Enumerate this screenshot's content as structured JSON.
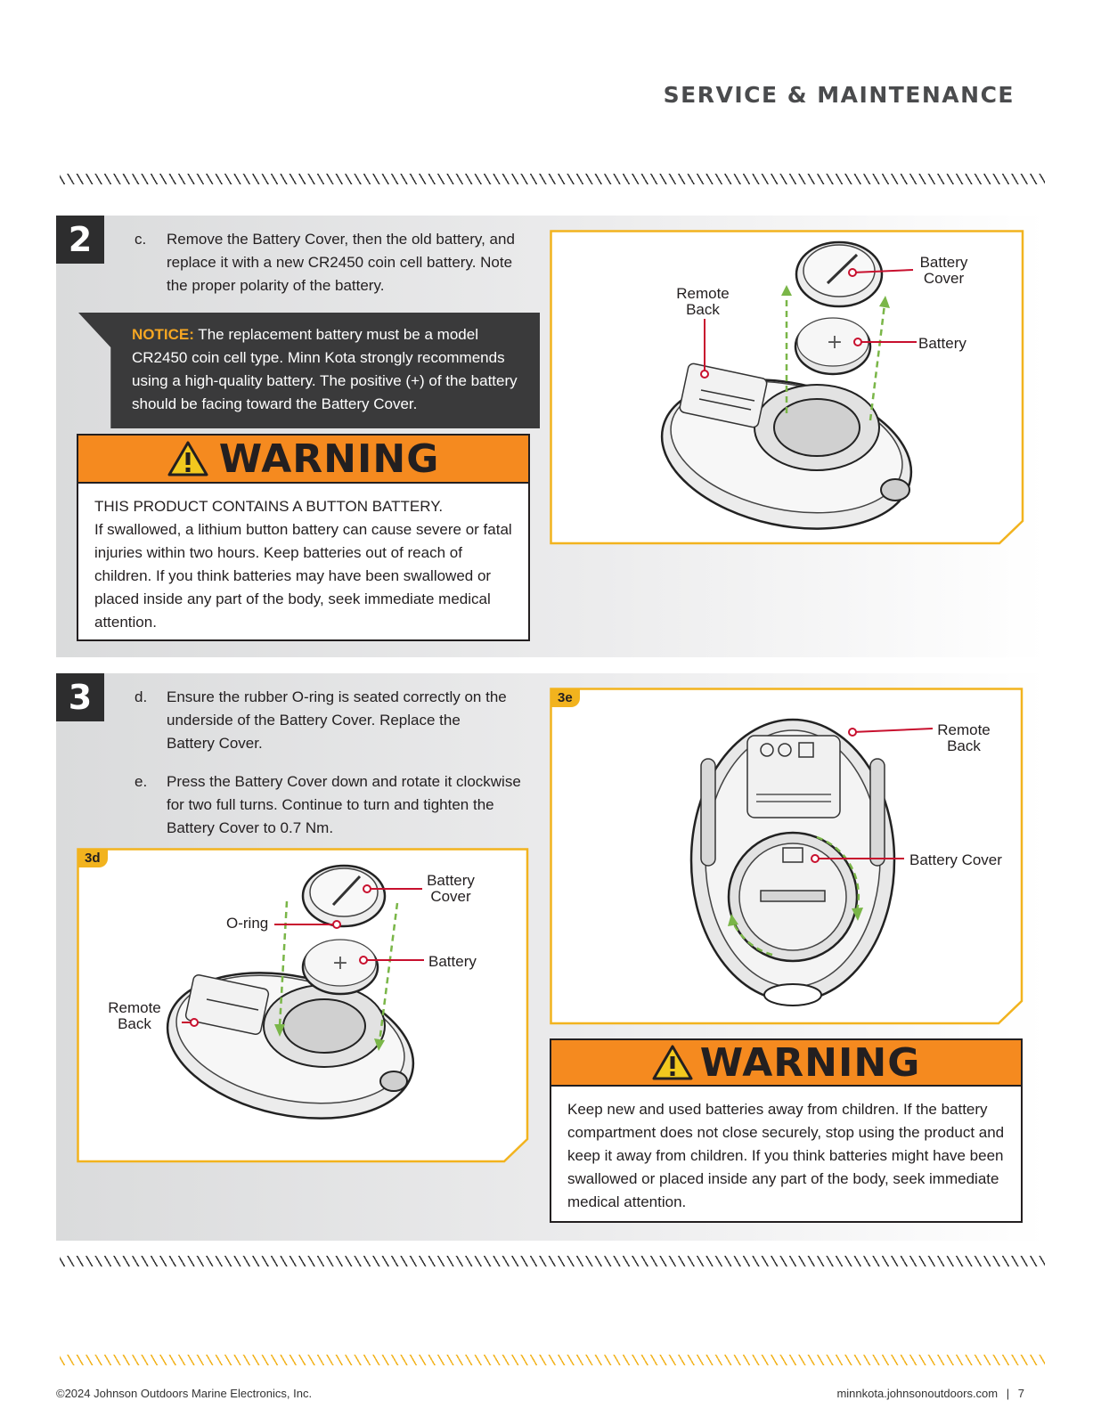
{
  "header": {
    "section_title": "SERVICE & MAINTENANCE"
  },
  "step2": {
    "number": "2",
    "item_letter": "c.",
    "item_text": "Remove the Battery Cover, then the old battery, and replace it with a new CR2450 coin cell battery. Note the proper polarity of the battery.",
    "notice_label": "NOTICE:",
    "notice_text": " The replacement battery must be a model CR2450 coin cell type. Minn Kota strongly recommends using a high-quality battery. The positive (+) of the battery should be facing toward the Battery Cover.",
    "warning_title": "WARNING",
    "warning_line1": "THIS PRODUCT CONTAINS A BUTTON BATTERY.",
    "warning_body": "If swallowed, a lithium button battery can cause severe or fatal injuries within two hours. Keep batteries out of reach of children. If you think batteries may have been swallowed or placed inside any part of the body, seek immediate medical attention.",
    "figure": {
      "label_battery_cover": "Battery Cover",
      "label_remote_back": "Remote Back",
      "label_battery": "Battery"
    }
  },
  "step3": {
    "number": "3",
    "item_d_letter": "d.",
    "item_d_text": "Ensure the rubber O-ring is seated correctly on the underside of the Battery Cover. Replace the Battery Cover.",
    "item_e_letter": "e.",
    "item_e_text": "Press the Battery Cover down and rotate it clockwise for two full turns. Continue to turn and tighten the Battery Cover to 0.7 Nm.",
    "figure_3d": {
      "tag": "3d",
      "label_battery_cover": "Battery Cover",
      "label_oring": "O-ring",
      "label_battery": "Battery",
      "label_remote_back": "Remote Back"
    },
    "figure_3e": {
      "tag": "3e",
      "label_remote_back": "Remote Back",
      "label_battery_cover": "Battery Cover"
    },
    "warning_title": "WARNING",
    "warning_body": "Keep new and used batteries away from children. If the battery compartment does not close securely, stop using the product and keep it away from children. If you think batteries might have been swallowed or placed inside any part of the body, seek immediate medical attention."
  },
  "footer": {
    "copyright": "©2024 Johnson Outdoors Marine Electronics, Inc.",
    "website": "minnkota.johnsonoutdoors.com",
    "separator": "|",
    "page_number": "7"
  }
}
